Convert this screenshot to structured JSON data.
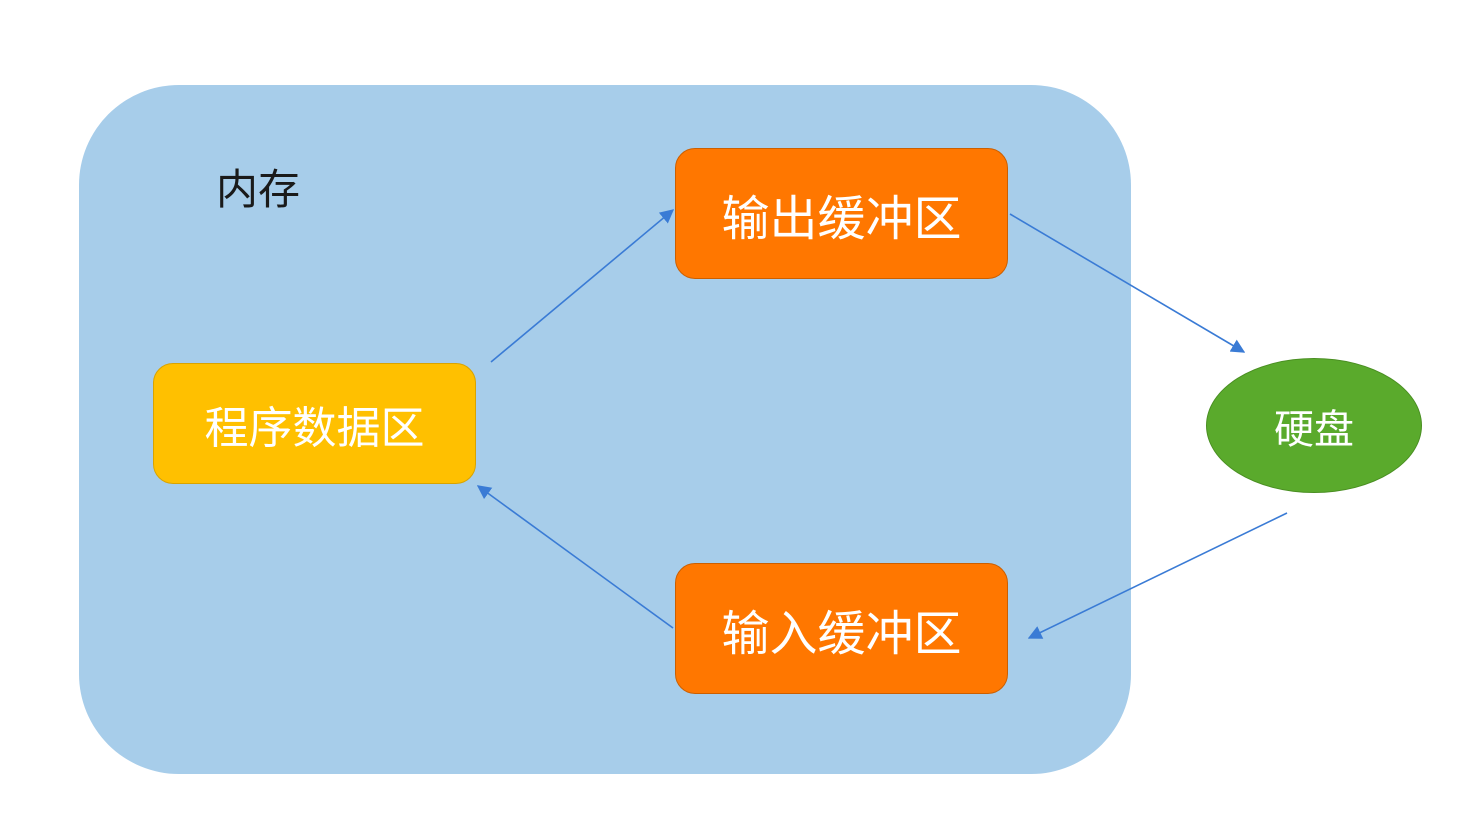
{
  "memory": {
    "label": "内存"
  },
  "nodes": {
    "program_data": "程序数据区",
    "output_buffer": "输出缓冲区",
    "input_buffer": "输入缓冲区",
    "disk": "硬盘"
  },
  "colors": {
    "memory_fill": "#a7cdea",
    "program_fill": "#ffc000",
    "buffer_fill": "#ff7700",
    "disk_fill": "#5aaa2c",
    "arrow": "#3a7bd5"
  }
}
